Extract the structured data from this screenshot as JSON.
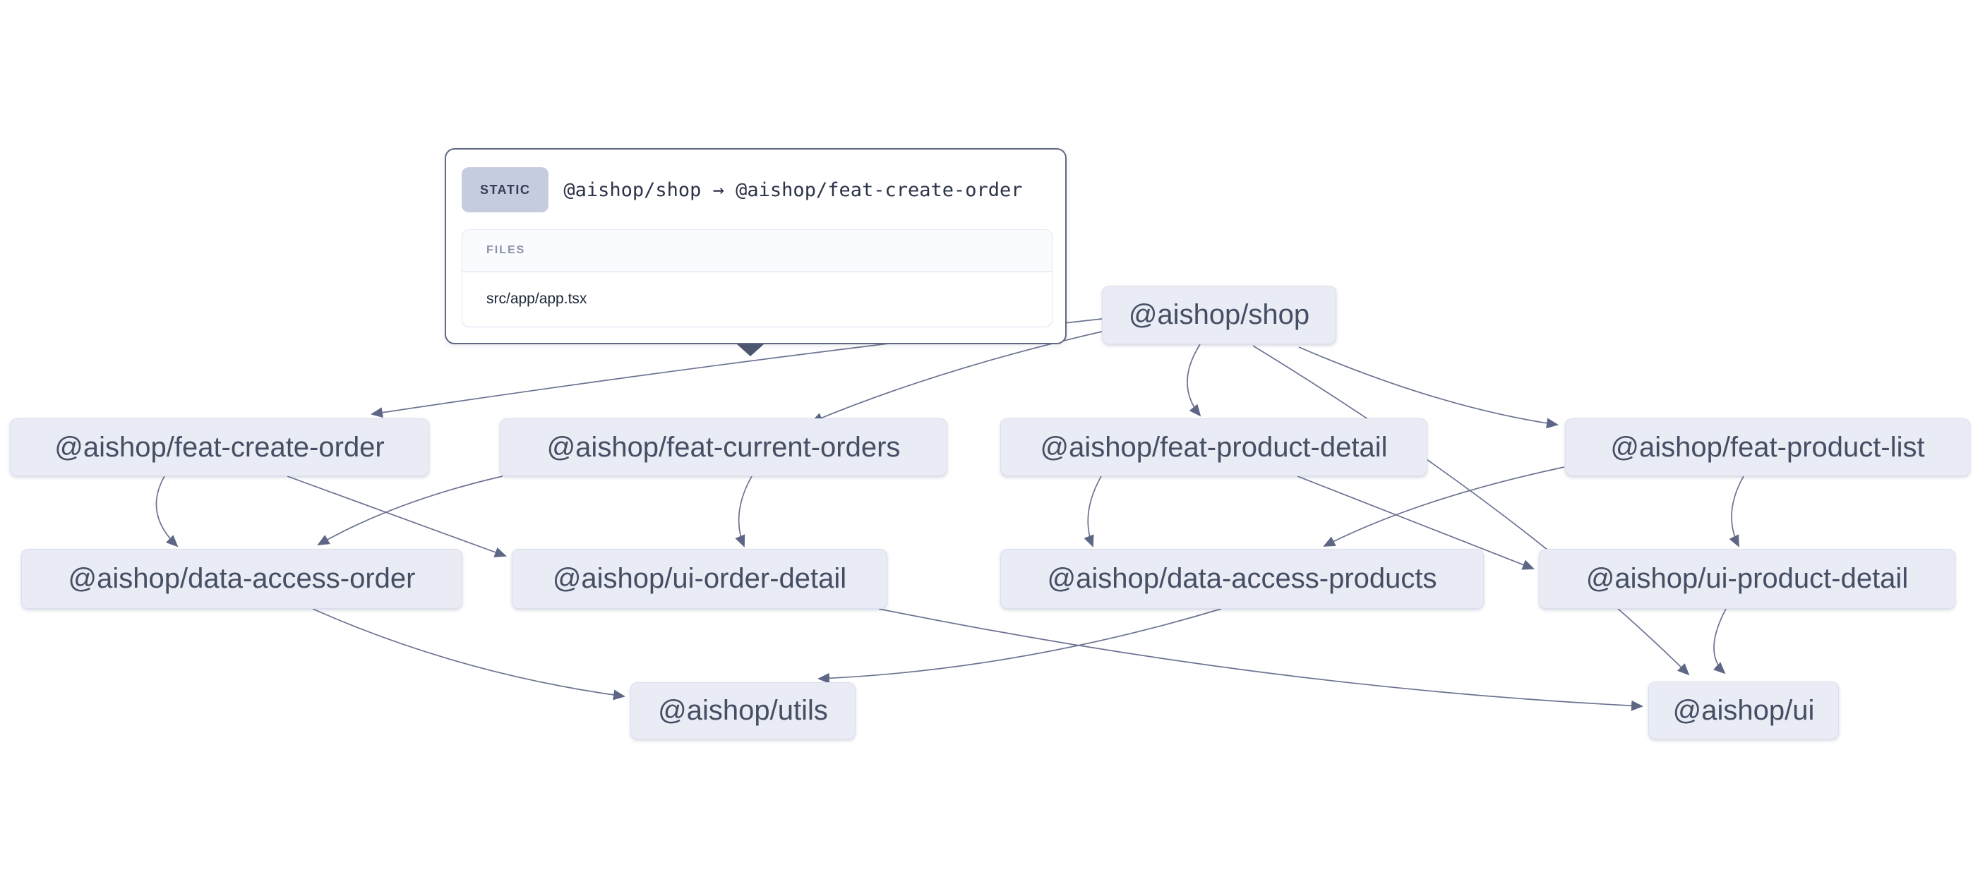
{
  "tooltip": {
    "badge": "STATIC",
    "title": "@aishop/shop → @aishop/feat-create-order",
    "files_header": "FILES",
    "files": [
      "src/app/app.tsx"
    ]
  },
  "graph": {
    "nodes": [
      {
        "id": "shop",
        "label": "@aishop/shop"
      },
      {
        "id": "feat-create-order",
        "label": "@aishop/feat-create-order"
      },
      {
        "id": "feat-current-orders",
        "label": "@aishop/feat-current-orders"
      },
      {
        "id": "feat-product-detail",
        "label": "@aishop/feat-product-detail"
      },
      {
        "id": "feat-product-list",
        "label": "@aishop/feat-product-list"
      },
      {
        "id": "data-access-order",
        "label": "@aishop/data-access-order"
      },
      {
        "id": "ui-order-detail",
        "label": "@aishop/ui-order-detail"
      },
      {
        "id": "data-access-products",
        "label": "@aishop/data-access-products"
      },
      {
        "id": "ui-product-detail",
        "label": "@aishop/ui-product-detail"
      },
      {
        "id": "utils",
        "label": "@aishop/utils"
      },
      {
        "id": "ui",
        "label": "@aishop/ui"
      }
    ],
    "edges": [
      {
        "from": "shop",
        "to": "feat-create-order",
        "type": "static"
      },
      {
        "from": "shop",
        "to": "feat-current-orders",
        "type": "static"
      },
      {
        "from": "shop",
        "to": "feat-product-detail",
        "type": "static"
      },
      {
        "from": "shop",
        "to": "feat-product-list",
        "type": "static"
      },
      {
        "from": "shop",
        "to": "ui",
        "type": "static"
      },
      {
        "from": "feat-create-order",
        "to": "data-access-order",
        "type": "static"
      },
      {
        "from": "feat-create-order",
        "to": "ui-order-detail",
        "type": "static"
      },
      {
        "from": "feat-current-orders",
        "to": "data-access-order",
        "type": "static"
      },
      {
        "from": "feat-current-orders",
        "to": "ui-order-detail",
        "type": "static"
      },
      {
        "from": "feat-product-detail",
        "to": "data-access-products",
        "type": "static"
      },
      {
        "from": "feat-product-detail",
        "to": "ui-product-detail",
        "type": "static"
      },
      {
        "from": "feat-product-list",
        "to": "data-access-products",
        "type": "static"
      },
      {
        "from": "feat-product-list",
        "to": "ui-product-detail",
        "type": "static"
      },
      {
        "from": "data-access-order",
        "to": "utils",
        "type": "static"
      },
      {
        "from": "data-access-products",
        "to": "utils",
        "type": "static"
      },
      {
        "from": "ui-order-detail",
        "to": "ui",
        "type": "static"
      },
      {
        "from": "ui-product-detail",
        "to": "ui",
        "type": "static"
      }
    ]
  },
  "colors": {
    "background": "#ffffff",
    "node_fill": "#e9ebf5",
    "node_text": "#454e63",
    "edge": "#6a7290",
    "arrowhead": "#5d6684",
    "tooltip_border": "#5f6880",
    "badge_fill": "#c6ccdf",
    "badge_text": "#333d5a"
  }
}
